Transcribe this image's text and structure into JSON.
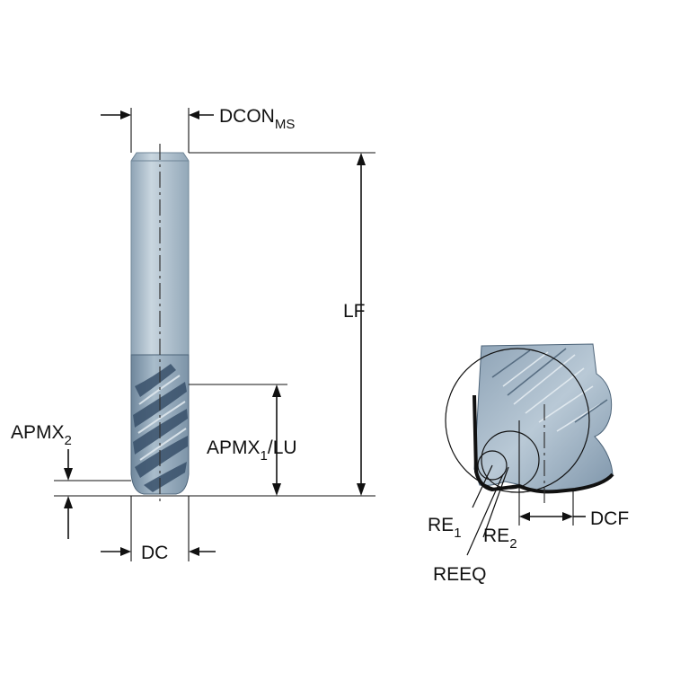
{
  "labels": {
    "dcon_main": "DCON",
    "dcon_sub": "MS",
    "lf": "LF",
    "apmx2_main": "APMX",
    "apmx2_sub": "2",
    "apmx1_main": "APMX",
    "apmx1_sub": "1",
    "apmx1_suffix": "/LU",
    "dc": "DC",
    "re1_main": "RE",
    "re1_sub": "1",
    "re2_main": "RE",
    "re2_sub": "2",
    "reeq": "REEQ",
    "dcf": "DCF"
  },
  "colors": {
    "shank_fill": "#a9bccb",
    "shank_light": "#c9d6df",
    "cutter_fill": "#7f96ab",
    "cutter_dark": "#4d6479",
    "line": "#111111"
  }
}
